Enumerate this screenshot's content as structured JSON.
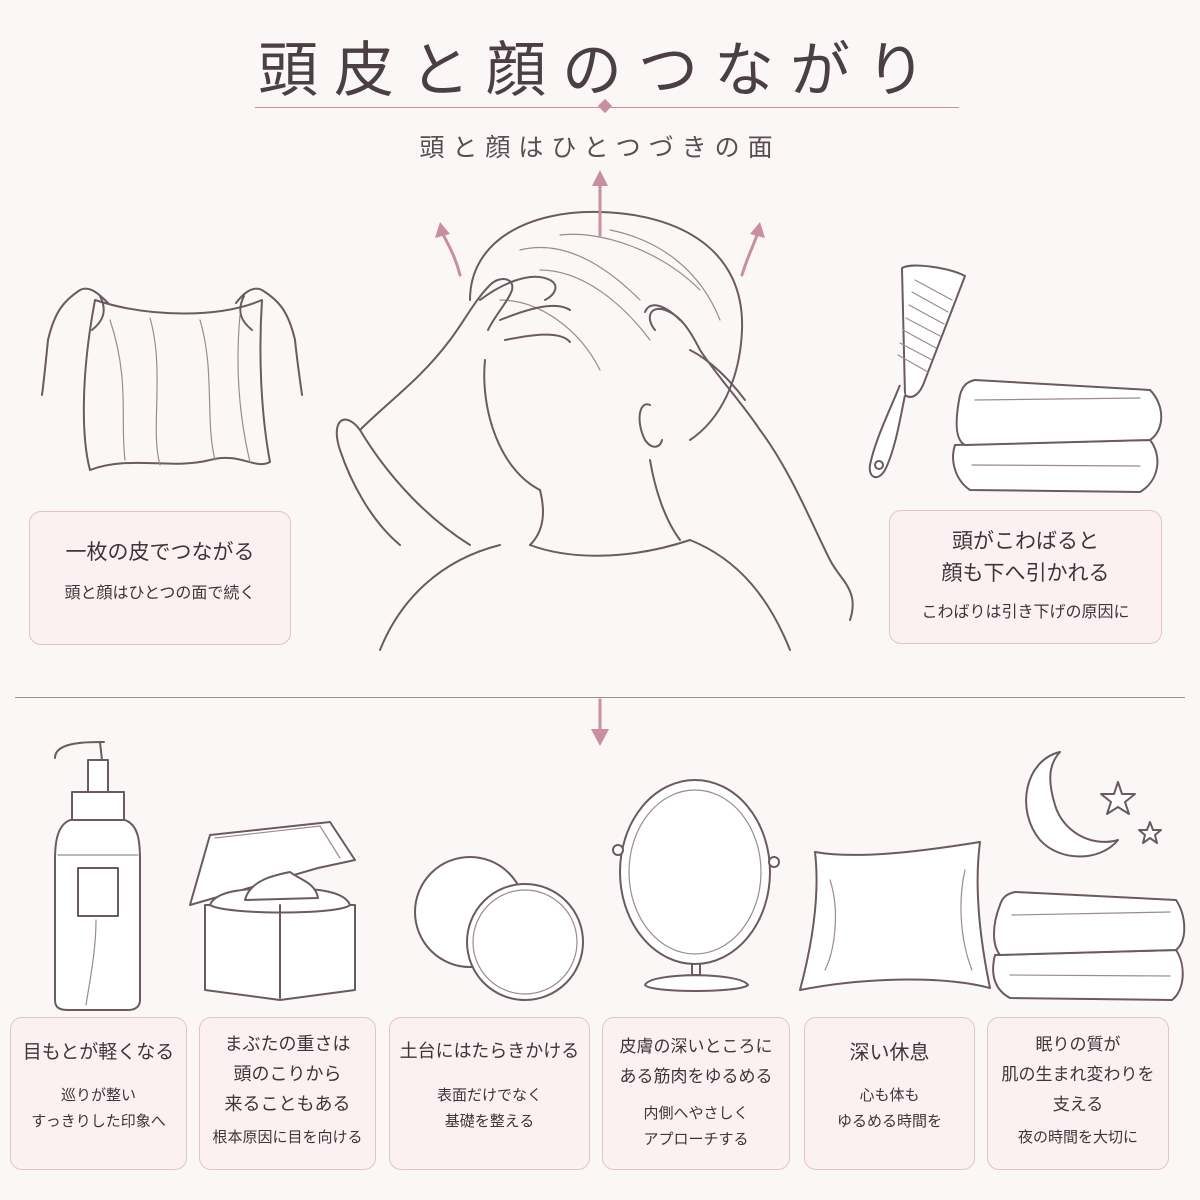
{
  "header": {
    "title": "頭皮と顔のつながり",
    "subtitle": "頭と顔はひとつづきの面"
  },
  "top_cards": [
    {
      "heading": "一枚の皮でつながる",
      "text": "頭と顔はひとつの面で続く"
    },
    {
      "heading_line1": "頭がこわばると",
      "heading_line2": "顔も下へ引かれる",
      "text": "こわばりは引き下げの原因に"
    }
  ],
  "bottom_cards": [
    {
      "heading": "目もとが軽くなる",
      "line1": "巡りが整い",
      "line2": "すっきりした印象へ"
    },
    {
      "heading1": "まぶたの重さは",
      "heading2": "頭のこりから",
      "heading3": "来ることもある",
      "line1": "根本原因に目を向ける"
    },
    {
      "heading": "土台にはたらきかける",
      "line1": "表面だけでなく",
      "line2": "基礎を整える"
    },
    {
      "heading1": "皮膚の深いところに",
      "heading2": "ある筋肉をゆるめる",
      "line1": "内側へやさしく",
      "line2": "アプローチする"
    },
    {
      "heading": "深い休息",
      "line1": "心も体も",
      "line2": "ゆるめる時間を"
    },
    {
      "heading1": "眠りの質が",
      "heading2": "肌の生まれ変わりを",
      "heading3": "支える",
      "line1": "夜の時間を大切に"
    }
  ],
  "colors": {
    "accent": "#c98f9c",
    "line": "#6b5a5f",
    "card_bg": "#fbf1f2",
    "card_border": "#e3c3c9",
    "text": "#3f3438"
  },
  "icons": [
    "cloth-icon",
    "head-massage-illustration",
    "comb-icon",
    "folded-towel-icon",
    "pump-bottle-icon",
    "cream-jar-icon",
    "cotton-pads-icon",
    "vanity-mirror-icon",
    "pillow-icon",
    "crescent-moon-icon",
    "star-icon"
  ]
}
